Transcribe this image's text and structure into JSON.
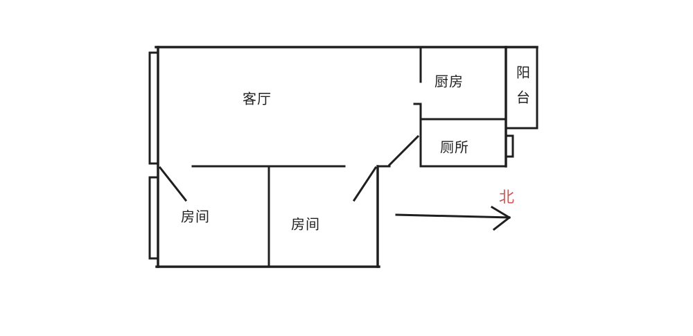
{
  "colors": {
    "background": "#ffffff",
    "line": "#1f1f1f",
    "text": "#1f1f1f",
    "north": "#cd5652"
  },
  "labels": {
    "living_room": "客厅",
    "kitchen": "厨房",
    "balcony": "阳台",
    "toilet": "厕所",
    "bedroom_left": "房间",
    "bedroom_middle": "房间",
    "north": "北"
  }
}
